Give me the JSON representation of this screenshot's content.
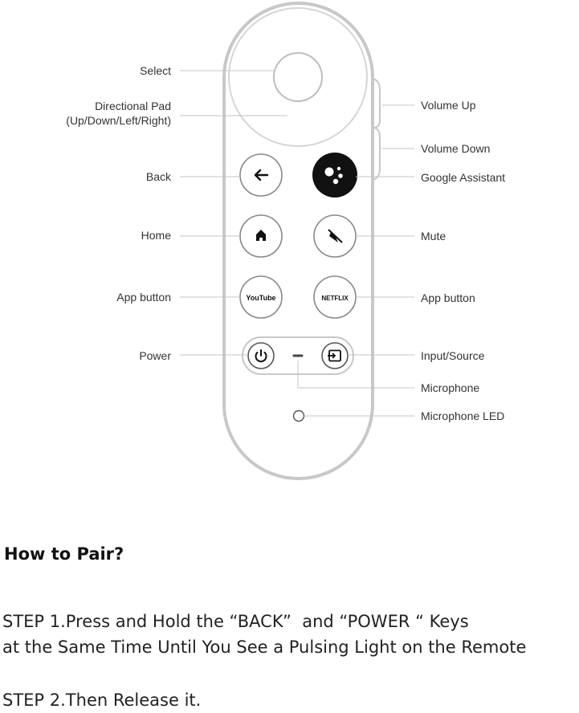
{
  "diagram": {
    "labels": {
      "select": "Select",
      "dpad_line1": "Directional Pad",
      "dpad_line2": "(Up/Down/Left/Right)",
      "back": "Back",
      "home": "Home",
      "app_left": "App button",
      "power": "Power",
      "volume_up": "Volume Up",
      "volume_down": "Volume Down",
      "assistant": "Google Assistant",
      "mute": "Mute",
      "app_right": "App button",
      "input": "Input/Source",
      "microphone": "Microphone",
      "mic_led": "Microphone LED"
    },
    "buttons": {
      "youtube": "YouTube",
      "netflix": "NETFLIX"
    },
    "icons": {
      "back": "arrow-left-icon",
      "home": "home-icon",
      "mute": "mute-icon",
      "assistant": "google-assistant-icon",
      "power": "power-icon",
      "input": "input-source-icon"
    },
    "colors": {
      "outline": "#c8c8c8",
      "assistant_fill": "#111111"
    }
  },
  "instructions": {
    "heading": "How to Pair?",
    "step1_line1": "STEP 1.Press and Hold the “BACK”  and “POWER “ Keys",
    "step1_line2": "at the Same Time Until You See a Pulsing Light on the Remote",
    "step2": "STEP 2.Then Release it."
  }
}
